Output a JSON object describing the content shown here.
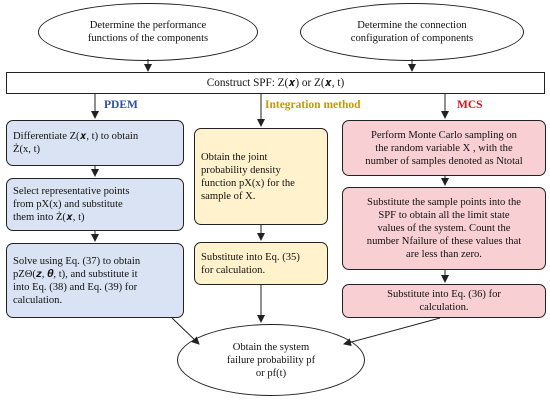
{
  "nodes": {
    "perf_functions": "Determine the performance\nfunctions of the components",
    "connection_config": "Determine the connection\nconfiguration of components",
    "construct_spf": "Construct SPF: Z(𝒙) or Z(𝒙, t)",
    "pdem_1": "Differentiate Z(𝒙, t) to obtain\nŻ(x, t)",
    "pdem_2": "Select representative points\nfrom pX(x) and substitute\nthem into Ż(𝒙, t)",
    "pdem_3": "Solve using Eq. (37) to obtain\npZΘ(𝒛, 𝜽, t), and substitute it\ninto Eq. (38) and Eq. (39) for\ncalculation.",
    "int_1": "Obtain the joint\nprobability density\nfunction pX(x) for the\nsample of X.",
    "int_2": "Substitute into Eq. (35)\nfor calculation.",
    "mcs_1": "Perform Monte Carlo sampling on\nthe random variable X , with the\nnumber of samples denoted as Ntotal",
    "mcs_2": "Substitute the sample points into the\nSPF to obtain all the limit state\nvalues of the system. Count the\nnumber Nfailure of these values that\nare less than zero.",
    "mcs_3": "Substitute into Eq. (36) for\ncalculation.",
    "final": "Obtain the system\nfailure probability pf\nor pf(t)"
  },
  "labels": {
    "pdem": "PDEM",
    "integration": "Integration method",
    "mcs": "MCS"
  },
  "colors": {
    "pdem_fill": "#dae3f3",
    "integration_fill": "#fff2cc",
    "mcs_fill": "#f8cfd3",
    "pdem_text": "#2e4fa0",
    "integration_text": "#c49a00",
    "mcs_text": "#d3121c"
  }
}
